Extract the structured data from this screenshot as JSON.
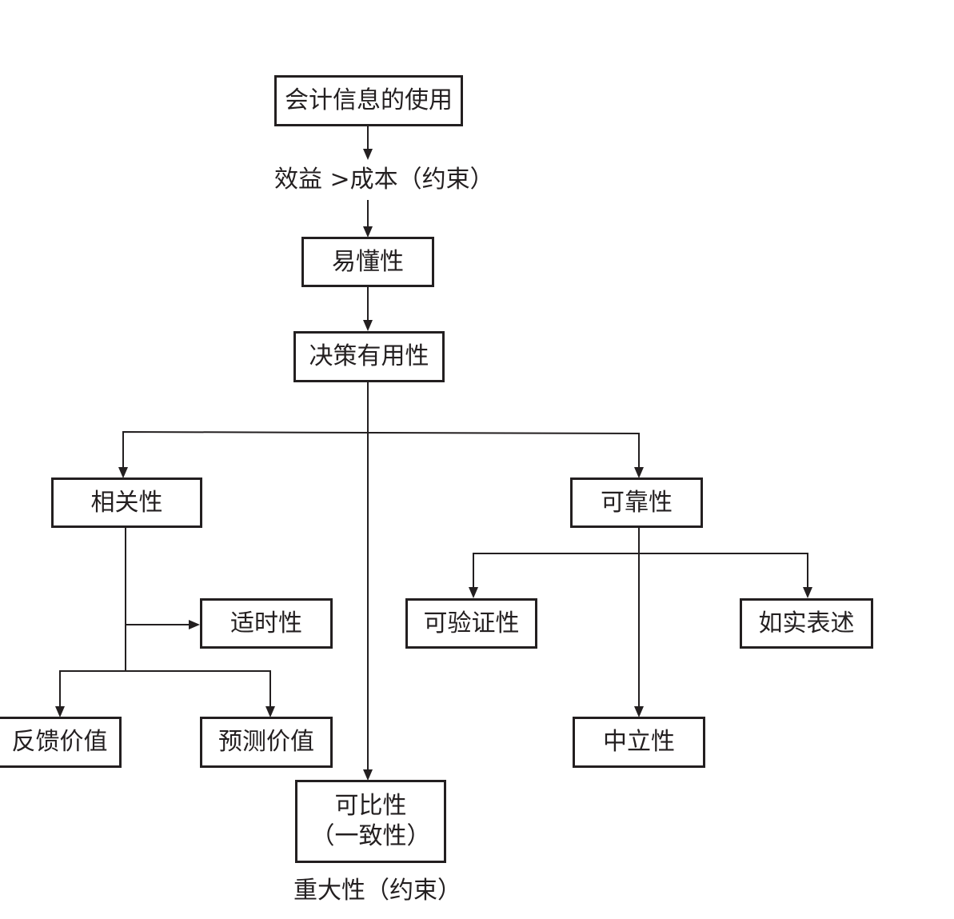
{
  "diagram": {
    "nodes": {
      "usage": "会计信息的使用",
      "constraint_cost": "效益 >成本（约束）",
      "understandability": "易懂性",
      "decision_usefulness": "决策有用性",
      "relevance": "相关性",
      "reliability": "可靠性",
      "timeliness": "适时性",
      "verifiability": "可验证性",
      "faithful_representation": "如实表述",
      "feedback_value": "反馈价值",
      "predictive_value": "预测价值",
      "neutrality": "中立性",
      "comparability": "可比性",
      "consistency": "（一致性）",
      "constraint_materiality": "重大性（约束）"
    }
  }
}
